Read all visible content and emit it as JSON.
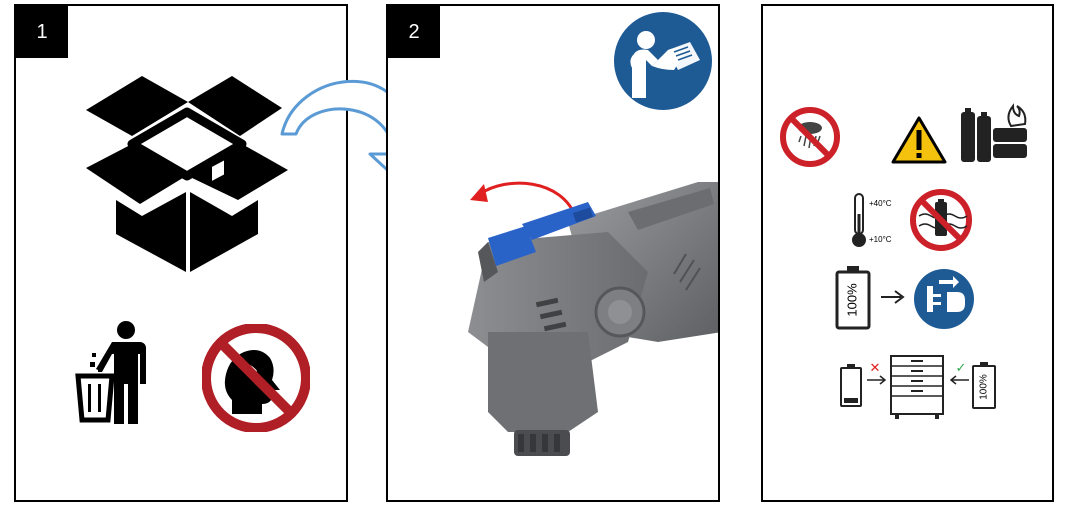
{
  "steps": {
    "step1": {
      "number": "1"
    },
    "step2": {
      "number": "2"
    }
  },
  "labels": {
    "temp_high": "+40°C",
    "temp_low": "+10°C",
    "battery_full": "100%",
    "battery_full_small": "100%",
    "mark_no": "✕",
    "mark_yes": "✓"
  },
  "icons": {
    "panel1": [
      "open-box-icon",
      "trash-bin-disposal-icon",
      "no-household-waste-icon"
    ],
    "panel2": [
      "read-manual-icon",
      "multitool-battery-release-illustration"
    ],
    "panel3": [
      "no-rain-icon",
      "warning-triangle-icon",
      "battery-fire-icon",
      "thermometer-icon",
      "no-water-battery-icon",
      "full-battery-icon",
      "unplug-charger-icon",
      "empty-battery-icon",
      "storage-cabinet-icon",
      "charged-battery-icon"
    ]
  },
  "colors": {
    "mandatory_blue": "#1e5b95",
    "prohibition_red": "#cc2128",
    "warning_yellow": "#f4c20d",
    "arrow_blue": "#5b9bd5",
    "arrow_red": "#e02020",
    "release_button_blue": "#2a63c8",
    "tool_gray": "#7a7c80"
  }
}
